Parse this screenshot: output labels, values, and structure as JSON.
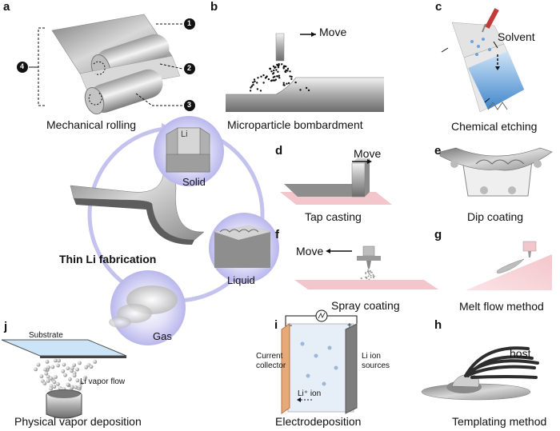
{
  "panels": {
    "a": {
      "letter": "a",
      "caption": "Mechanical rolling",
      "markers": [
        "1",
        "2",
        "3",
        "4"
      ]
    },
    "b": {
      "letter": "b",
      "caption": "Microparticle bombardment",
      "move": "Move"
    },
    "c": {
      "letter": "c",
      "caption": "Chemical etching",
      "solvent": "Solvent"
    },
    "d": {
      "letter": "d",
      "caption": "Tap casting",
      "move": "Move"
    },
    "e": {
      "letter": "e",
      "caption": "Dip coating"
    },
    "f": {
      "letter": "f",
      "caption": "Spray coating",
      "move": "Move"
    },
    "g": {
      "letter": "g",
      "caption": "Melt flow method"
    },
    "h": {
      "letter": "h",
      "caption": "Templating method",
      "host": "host"
    },
    "i": {
      "letter": "i",
      "caption": "Electrodeposition",
      "current_collector": [
        "Current",
        "collector"
      ],
      "li_ion_sources": [
        "Li ion",
        "sources"
      ],
      "li_ion": "Li⁺ ion",
      "minus": "-",
      "plus": "+"
    },
    "j": {
      "letter": "j",
      "caption": "Physical vapor deposition",
      "substrate": "Substrate",
      "vapor_flow": "Li vapor flow"
    }
  },
  "center": {
    "title": "Thin Li fabrication",
    "states": {
      "solid": "Solid",
      "liquid": "Liquid",
      "gas": "Gas"
    },
    "cube_symbol": "Li"
  },
  "colors": {
    "circle": "#c9c8f0",
    "ring": "#c4c3ee",
    "pink": "#f3c6cc",
    "blue": "#6aa3d8"
  }
}
